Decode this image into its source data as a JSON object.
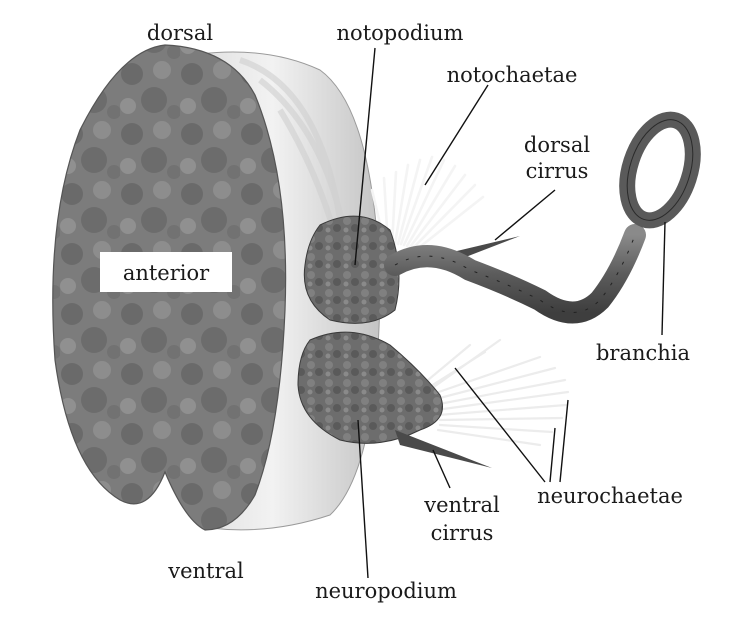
{
  "labels": {
    "dorsal": "dorsal",
    "ventral": "ventral",
    "anterior": "anterior",
    "notopodium": "notopodium",
    "notochaetae": "notochaetae",
    "dorsal_cirrus_1": "dorsal",
    "dorsal_cirrus_2": "cirrus",
    "branchia": "branchia",
    "neurochaetae": "neurochaetae",
    "ventral_cirrus_1": "ventral",
    "ventral_cirrus_2": "cirrus",
    "neuropodium": "neuropodium"
  }
}
